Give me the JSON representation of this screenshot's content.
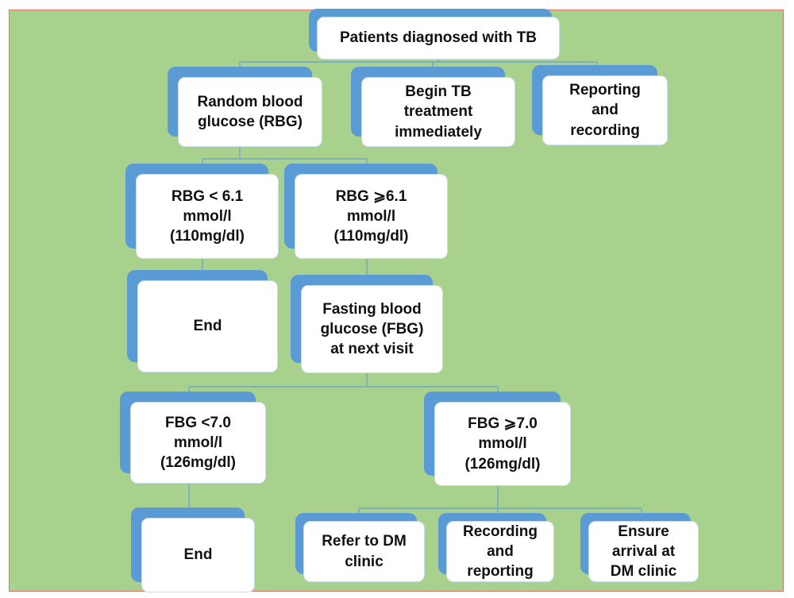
{
  "nodes": {
    "root": "Patients diagnosed with TB",
    "rbg_test": "Random blood\nglucose (RBG)",
    "begin_treatment": "Begin TB\ntreatment\nimmediately",
    "reporting_recording_top": "Reporting\nand\nrecording",
    "rbg_low": "RBG < 6.1\nmmol/l\n(110mg/dl)",
    "rbg_high": "RBG ⩾6.1\nmmol/l\n(110mg/dl)",
    "end_rbg": "End",
    "fbg_test": "Fasting blood\nglucose (FBG)\nat next visit",
    "fbg_low": "FBG <7.0\nmmol/l\n(126mg/dl)",
    "fbg_high": "FBG ⩾7.0\nmmol/l\n(126mg/dl)",
    "end_fbg": "End",
    "refer_dm": "Refer to DM\nclinic",
    "recording_reporting_bottom": "Recording\nand\nreporting",
    "ensure_arrival": "Ensure\narrival at\nDM clinic"
  },
  "colors": {
    "background": "#a9d18e",
    "frame": "#e07468",
    "box_shadow": "#5b9bd5",
    "box_fill": "#ffffff",
    "connector": "#6fa8c8"
  }
}
